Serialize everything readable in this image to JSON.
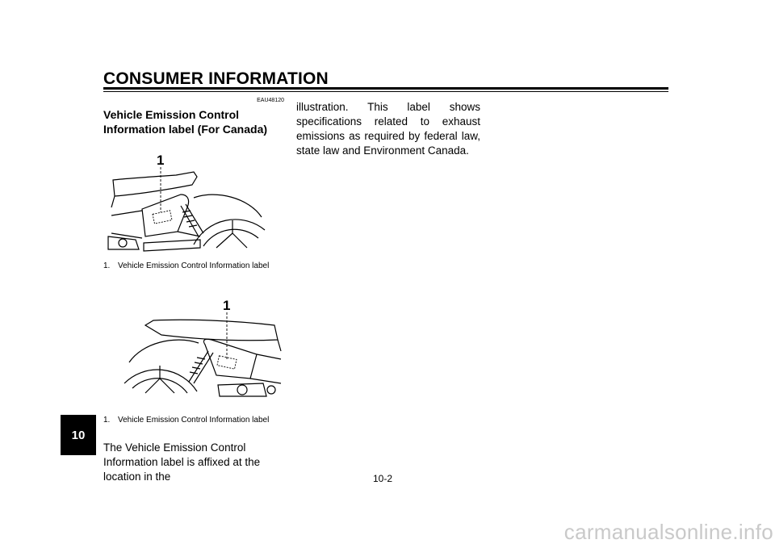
{
  "header": {
    "title": "CONSUMER INFORMATION"
  },
  "section": {
    "code": "EAU48120",
    "title": "Vehicle Emission Control Information label (For Canada)"
  },
  "figure1": {
    "callout": "1",
    "caption_num": "1.",
    "caption": "Vehicle Emission Control Information label"
  },
  "figure2": {
    "callout": "1",
    "caption_num": "1.",
    "caption": "Vehicle Emission Control Information label"
  },
  "body": {
    "left": "The Vehicle Emission Control Information label is affixed at the location in the",
    "right": "illustration. This label shows specifications related to exhaust emissions as required by federal law, state law and Environment Canada."
  },
  "chapter_tab": "10",
  "page_number": "10-2",
  "footer": {
    "watermark": "carmanualsonline.info"
  }
}
